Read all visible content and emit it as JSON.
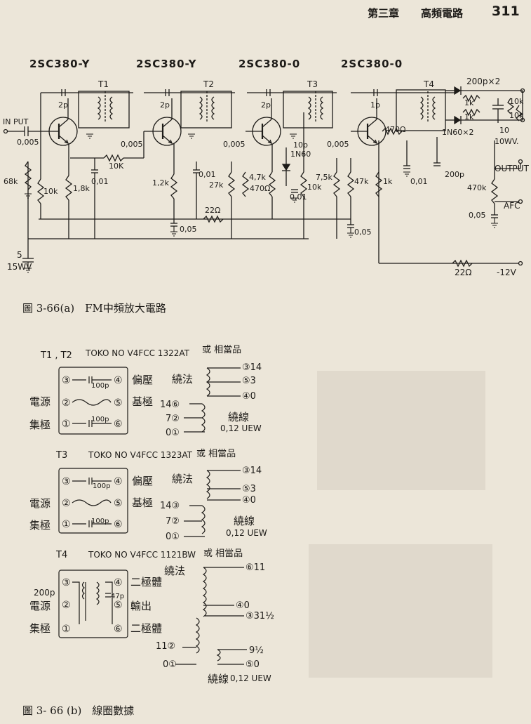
{
  "header": {
    "chapter": "第三章",
    "title": "高頻電路",
    "page_number": "311"
  },
  "fig_a": {
    "transistors": [
      "2SC380-Y",
      "2SC380-Y",
      "2SC380-0",
      "2SC380-0"
    ],
    "transformers": [
      "T1",
      "T2",
      "T3",
      "T4"
    ],
    "labels": {
      "in_put": "IN PUT",
      "in_cap": "0,005",
      "r_in": "68k",
      "r_10k_a": "10k",
      "r_18k": "1,8k",
      "c_001_a": "0,01",
      "r_10k_b": "10K",
      "c_2p_a": "2p",
      "c_0005_a": "0,005",
      "c_2p_b": "2p",
      "r_12k": "1,2k",
      "c_001_b": "0,01",
      "c_005_a": "0,05",
      "r_22_a": "22Ω",
      "c_0005_b": "0,005",
      "c_2p_c": "2p",
      "r_27k": "27k",
      "r_47k_a": "4,7k",
      "r_470_a": "470Ω",
      "c_10p": "10p",
      "d_1n60": "1N60",
      "c_001_c": "0,01",
      "r_10k_c": "10k",
      "c_0005_c": "0,005",
      "c_1p": "1p",
      "r_470_b": "470Ω",
      "r_75k": "7,5k",
      "r_47k_b": "47k",
      "r_1k_a": "1k",
      "c_001_d": "0,01",
      "c_005_b": "0,05",
      "c_200p_a": "200p",
      "c_200p_x2": "200p×2",
      "r_1k_b": "1k",
      "r_1k_c": "1k",
      "r_10k_d": "10k",
      "r_10k_e": "10k",
      "c_10": "10",
      "c_10wv": "10WV.",
      "d_1n60x2": "1N60×2",
      "output": "OUTPUT",
      "r_470k": "470k",
      "c_005_c": "0,05",
      "afc": "AFC",
      "cap_5": "5",
      "cap_15wv": "15WV",
      "r_22_b": "22Ω",
      "supply": "-12V"
    },
    "caption": "圖 3-66(a)　FM中頻放大電路"
  },
  "fig_b": {
    "sections": [
      {
        "id": "T1T2",
        "title": "T1 , T2",
        "part": "TOKO NO V4FCC 1322AT",
        "alt": "或 相當品",
        "box_left": [
          "",
          "電源",
          "集極"
        ],
        "box_right": [
          "偏壓",
          "基極",
          ""
        ],
        "pins": [
          "③",
          "④",
          "②",
          "⑤",
          "①",
          "⑥"
        ],
        "caps": [
          "100p",
          "100p"
        ],
        "winding_label": "繞法",
        "top_pins": [
          "③14",
          "⑤3",
          "④0"
        ],
        "bottom_pins": [
          "14⑥",
          "7②",
          "0①"
        ],
        "wire": "繞線",
        "wire_spec": "0,12 UEW"
      },
      {
        "id": "T3",
        "title": "T3",
        "part": "TOKO NO V4FCC 1323AT",
        "alt": "或 相當品",
        "box_left": [
          "",
          "電源",
          "集極"
        ],
        "box_right": [
          "偏壓",
          "基極",
          ""
        ],
        "pins": [
          "③",
          "④",
          "②",
          "⑤",
          "①",
          "⑥"
        ],
        "caps": [
          "100p",
          "100p"
        ],
        "winding_label": "繞法",
        "top_pins": [
          "③14",
          "⑤3",
          "④0"
        ],
        "bottom_pins": [
          "14③",
          "7②",
          "0①"
        ],
        "wire": "繞線",
        "wire_spec": "0,12 UEW"
      },
      {
        "id": "T4",
        "title": "T4",
        "part": "TOKO NO V4FCC 1121BW",
        "alt": "或 相當品",
        "box_left": [
          "200p",
          "電源",
          "集極"
        ],
        "box_right": [
          "二極體",
          "輸出",
          "二極體"
        ],
        "pins": [
          "③",
          "④",
          "②",
          "⑤",
          "①",
          "⑥"
        ],
        "caps": [
          "47p"
        ],
        "winding_label": "繞法",
        "top_pins": [
          "⑥11",
          "④0",
          "③31½"
        ],
        "bottom_pins": [
          "11②",
          "9½",
          "0①",
          "⑤0"
        ],
        "wire": "繞線",
        "wire_spec": "0,12 UEW"
      }
    ],
    "caption": "圖 3- 66 (b)　線圈數據"
  }
}
